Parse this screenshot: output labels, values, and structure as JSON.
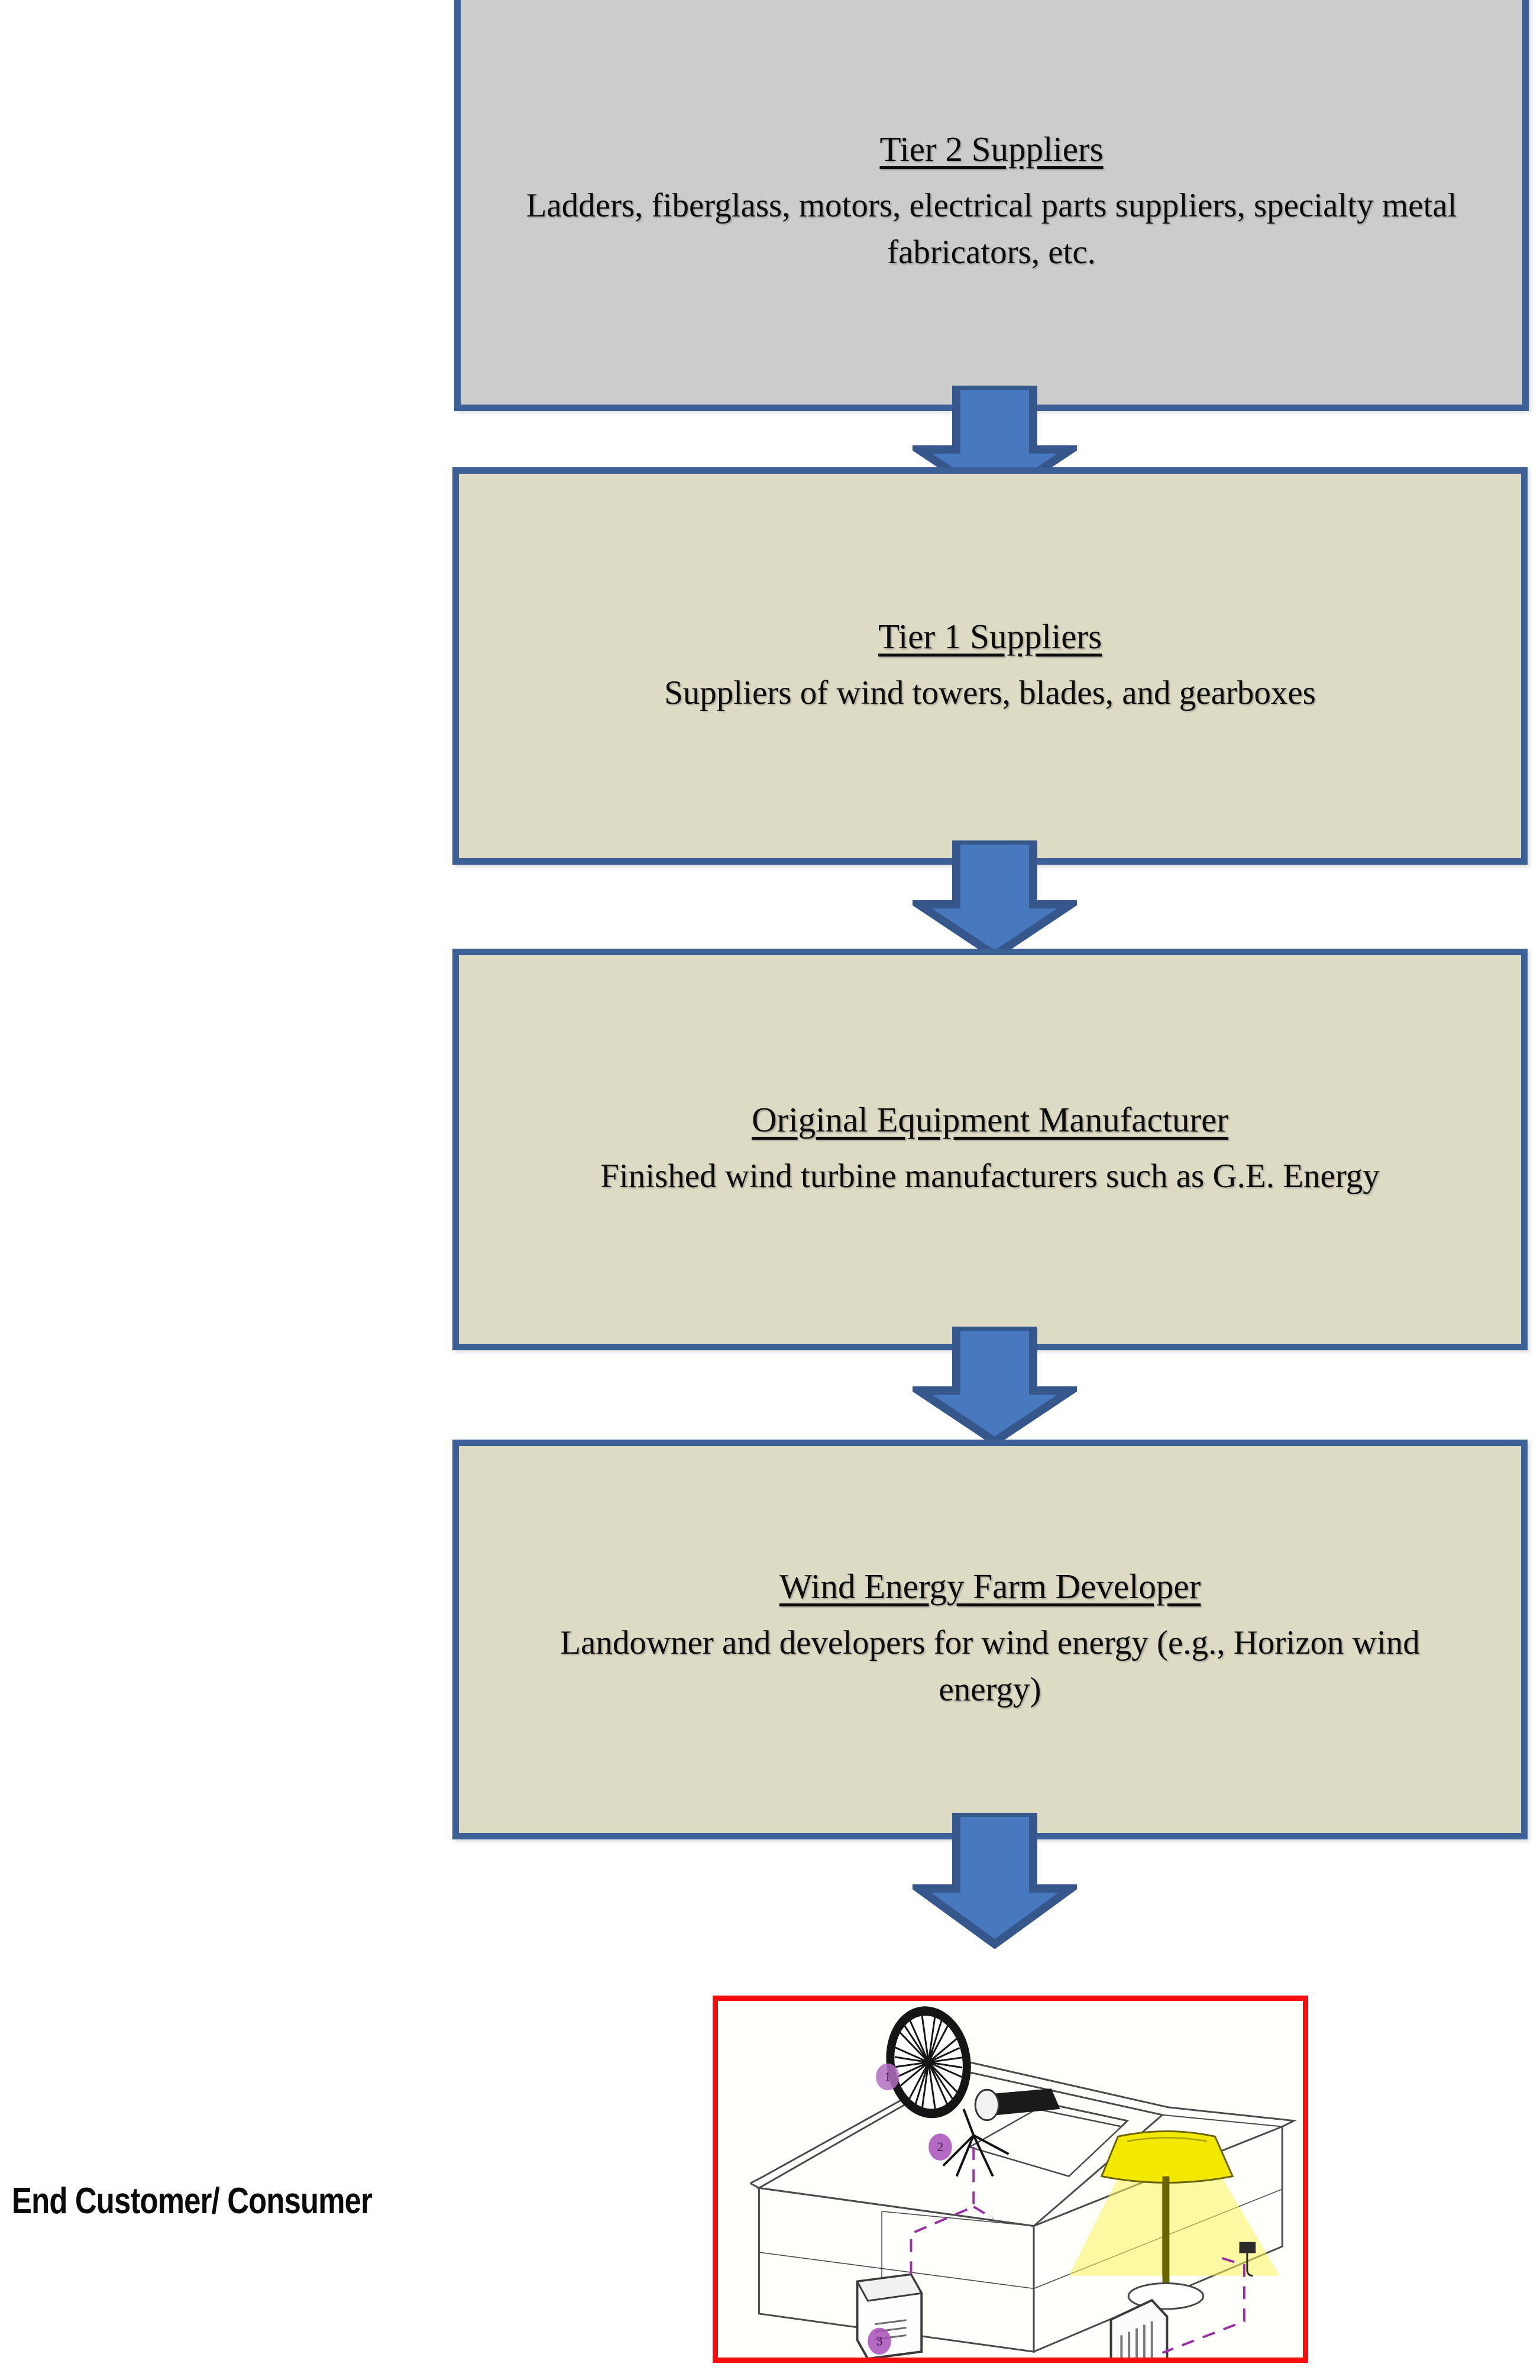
{
  "diagram": {
    "title": "Wind energy supply chain flow",
    "colors": {
      "box_border": "#3C5F96",
      "box_fill_tier2": "#CCCCCC",
      "box_fill_default": "#DEDBC4",
      "arrow_fill": "#4878BE",
      "arrow_outline": "#35578C",
      "image_frame": "#FC0D0D",
      "text": "#0C0C0C"
    },
    "nodes": [
      {
        "id": "tier2",
        "title": "Tier 2 Suppliers",
        "description": "Ladders, fiberglass, motors, electrical parts suppliers, specialty metal fabricators, etc."
      },
      {
        "id": "tier1",
        "title": "Tier 1 Suppliers",
        "description": "Suppliers of wind towers, blades, and gearboxes"
      },
      {
        "id": "oem",
        "title": "Original Equipment Manufacturer",
        "description": "Finished wind turbine manufacturers such as G.E. Energy"
      },
      {
        "id": "developer",
        "title": "Wind Energy Farm Developer",
        "description": "Landowner and developers for wind energy (e.g., Horizon wind energy)"
      }
    ],
    "arrows": [
      {
        "id": "arrow-tier2-to-tier1",
        "direction": "down"
      },
      {
        "id": "arrow-tier1-to-oem",
        "direction": "down"
      },
      {
        "id": "arrow-oem-to-developer",
        "direction": "down"
      },
      {
        "id": "arrow-developer-to-customer",
        "direction": "down"
      }
    ],
    "end_customer": {
      "label": "End Customer/ Consumer",
      "illustration": {
        "name": "house-wind-power-illustration",
        "elements": [
          "roof-mounted wind turbine",
          "turbine mast",
          "table lamp",
          "electrical meter panel",
          "radiator",
          "appliance outlet",
          "purple wiring circuit"
        ]
      }
    }
  }
}
